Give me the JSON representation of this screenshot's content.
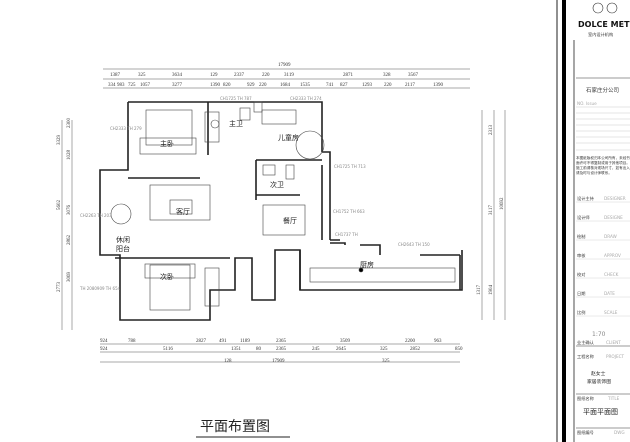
{
  "drawing_title": "平面布置图",
  "rooms": {
    "master_bedroom": "主卧",
    "bathroom": "主卫",
    "kids_room": "儿童房",
    "second_bath": "次卫",
    "living_room": "客厅",
    "dining_room": "餐厅",
    "balcony_line1": "休闲",
    "balcony_line2": "阳台",
    "second_bedroom": "次卧",
    "kitchen": "厨房"
  },
  "notes": {
    "n1": "CH2333\nTH\n279",
    "n2": "CH1725 TH 787",
    "n3": "CH2333 TH 274",
    "n4": "CH1725 TH 713",
    "n5": "CH2263 TH 203",
    "n6": "CH1752 TH 663",
    "n7": "CH1737 TH",
    "n8": "CH2643 TH 150",
    "n9": "TH 2080909 TH 654"
  },
  "dimensions": {
    "top_total": "17909",
    "top_row2": [
      "1387",
      "325",
      "3634",
      "129",
      "2337",
      "220",
      "3119",
      "2871",
      "328",
      "3567"
    ],
    "top_row3": [
      "334",
      "983",
      "725",
      "1057",
      "3277",
      "1390",
      "820",
      "929",
      "220",
      "1684",
      "1535",
      "741",
      "827",
      "1293",
      "220",
      "2117",
      "1390"
    ],
    "bottom_row1": [
      "924",
      "788",
      "2827",
      "491",
      "1189",
      "2365",
      "3509",
      "2200",
      "963"
    ],
    "bottom_row2": [
      "924",
      "5116",
      "1351",
      "80",
      "2365",
      "245",
      "2645",
      "325",
      "2852",
      "850"
    ],
    "bottom_row3": [
      "128",
      "17909",
      "325"
    ],
    "left": [
      "3329",
      "2300",
      "1028",
      "5602",
      "3076",
      "2862",
      "2773",
      "3069"
    ],
    "right": [
      "2313",
      "3117",
      "10692",
      "1904",
      "1317"
    ]
  },
  "title_block": {
    "logo_text": "DOLCE MET",
    "logo_sub": "室内设计机构",
    "company": "石家庄分公司",
    "issue_header": "NO.   Issue",
    "notes_text": "本图纸版权归本公司所有，未经书面许可不得复制或用于其他项目。施工前请核对现场尺寸，如有出入请及时与设计师联系。",
    "fields": [
      {
        "label": "设计主持",
        "en": "DESIGNER"
      },
      {
        "label": "设计师",
        "en": "DESIGNE"
      },
      {
        "label": "绘制",
        "en": "DRAW"
      },
      {
        "label": "审核",
        "en": "APPROV"
      },
      {
        "label": "校对",
        "en": "CHECK"
      },
      {
        "label": "日期",
        "en": "DATE"
      },
      {
        "label": "比例",
        "en": "SCALE"
      }
    ],
    "scale_value": "1:70",
    "client_label": "业主确认",
    "client_en": "CLIENT",
    "project_label": "工程名称",
    "project_en": "PROJECT",
    "project_name_1": "赵女士",
    "project_name_2": "家居装饰图",
    "title_label": "图纸名称",
    "title_en": "TITLE",
    "title_value": "平面平面图",
    "dwg_label": "图纸编号",
    "dwg_en": "DWG"
  }
}
